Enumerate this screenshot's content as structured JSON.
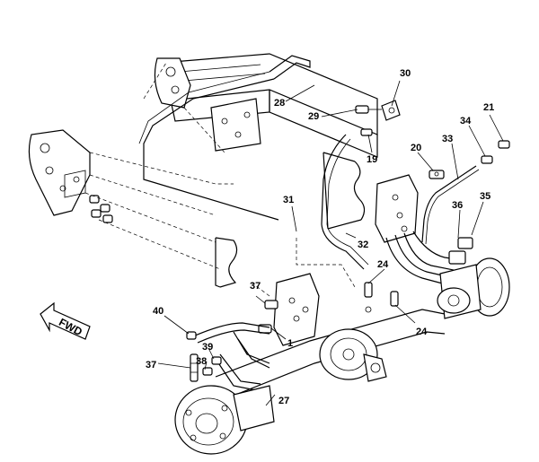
{
  "diagram": {
    "orientation_label": "FWD",
    "callouts": [
      {
        "id": "c1",
        "text": "1"
      },
      {
        "id": "c19",
        "text": "19"
      },
      {
        "id": "c20",
        "text": "20"
      },
      {
        "id": "c21",
        "text": "21"
      },
      {
        "id": "c24a",
        "text": "24"
      },
      {
        "id": "c24b",
        "text": "24"
      },
      {
        "id": "c27",
        "text": "27"
      },
      {
        "id": "c28",
        "text": "28"
      },
      {
        "id": "c29",
        "text": "29"
      },
      {
        "id": "c30",
        "text": "30"
      },
      {
        "id": "c31",
        "text": "31"
      },
      {
        "id": "c32",
        "text": "32"
      },
      {
        "id": "c33",
        "text": "33"
      },
      {
        "id": "c34",
        "text": "34"
      },
      {
        "id": "c35",
        "text": "35"
      },
      {
        "id": "c36",
        "text": "36"
      },
      {
        "id": "c37a",
        "text": "37"
      },
      {
        "id": "c37b",
        "text": "37"
      },
      {
        "id": "c38",
        "text": "38"
      },
      {
        "id": "c39",
        "text": "39"
      },
      {
        "id": "c40",
        "text": "40"
      }
    ]
  }
}
